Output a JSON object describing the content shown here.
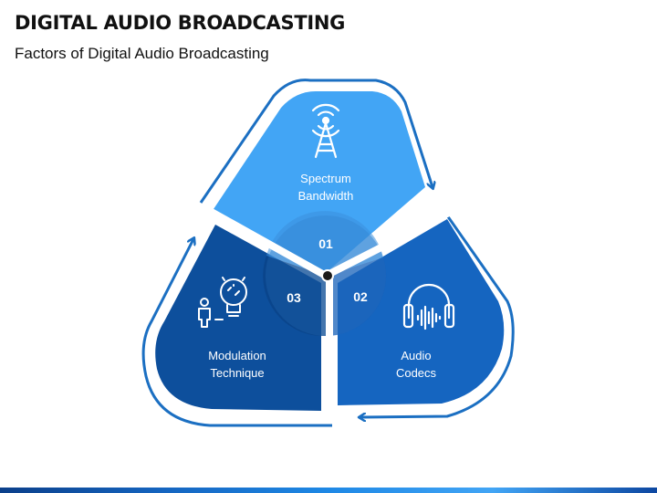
{
  "header": {
    "title": "DIGITAL AUDIO BROADCASTING",
    "subtitle": "Factors of Digital Audio Broadcasting"
  },
  "segments": [
    {
      "number": "01",
      "line1": "Spectrum",
      "line2": "Bandwidth",
      "icon": "antenna-tower-icon",
      "color": "#42a5f5"
    },
    {
      "number": "02",
      "line1": "Audio",
      "line2": "Codecs",
      "icon": "headphones-icon",
      "color": "#1565c0"
    },
    {
      "number": "03",
      "line1": "Modulation",
      "line2": "Technique",
      "icon": "idea-bulb-person-icon",
      "color": "#0d4f9c"
    }
  ],
  "colors": {
    "outline": "#1b6fc2",
    "center_dot": "#1a1a1a"
  }
}
